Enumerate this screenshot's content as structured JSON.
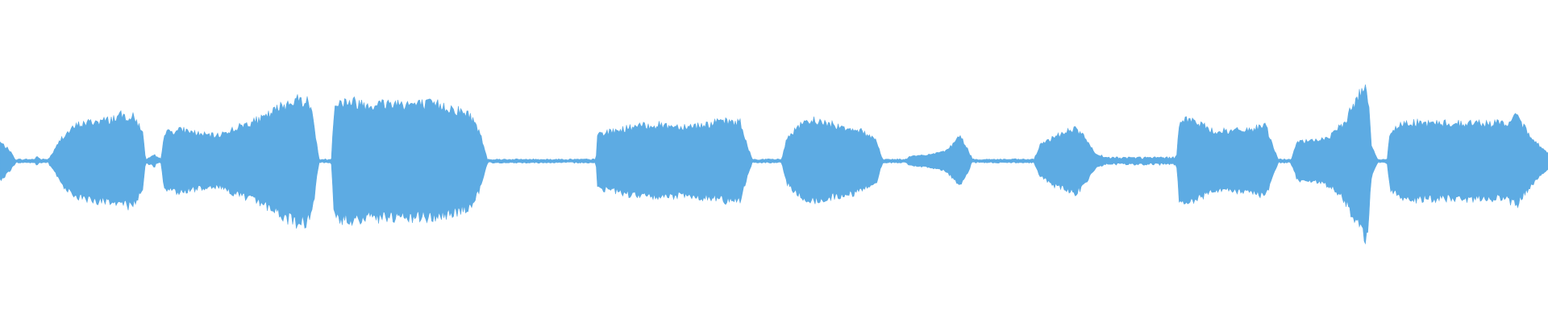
{
  "waveform": {
    "color": "#5dabe3",
    "background": "#ffffff",
    "channels": 1,
    "peak_envelope": [
      [
        0.0,
        0.12
      ],
      [
        0.006,
        0.07
      ],
      [
        0.01,
        0.01
      ],
      [
        0.022,
        0.01
      ],
      [
        0.024,
        0.03
      ],
      [
        0.026,
        0.01
      ],
      [
        0.031,
        0.01
      ],
      [
        0.034,
        0.05
      ],
      [
        0.04,
        0.15
      ],
      [
        0.05,
        0.23
      ],
      [
        0.06,
        0.25
      ],
      [
        0.07,
        0.26
      ],
      [
        0.078,
        0.29
      ],
      [
        0.086,
        0.28
      ],
      [
        0.092,
        0.2
      ],
      [
        0.094,
        0.01
      ],
      [
        0.1,
        0.03
      ],
      [
        0.104,
        0.01
      ],
      [
        0.106,
        0.18
      ],
      [
        0.118,
        0.2
      ],
      [
        0.13,
        0.17
      ],
      [
        0.14,
        0.16
      ],
      [
        0.15,
        0.2
      ],
      [
        0.16,
        0.24
      ],
      [
        0.17,
        0.27
      ],
      [
        0.182,
        0.35
      ],
      [
        0.19,
        0.39
      ],
      [
        0.198,
        0.39
      ],
      [
        0.202,
        0.3
      ],
      [
        0.206,
        0.01
      ],
      [
        0.214,
        0.01
      ],
      [
        0.216,
        0.36
      ],
      [
        0.224,
        0.38
      ],
      [
        0.24,
        0.36
      ],
      [
        0.256,
        0.37
      ],
      [
        0.27,
        0.36
      ],
      [
        0.282,
        0.36
      ],
      [
        0.294,
        0.33
      ],
      [
        0.304,
        0.29
      ],
      [
        0.31,
        0.18
      ],
      [
        0.315,
        0.01
      ],
      [
        0.365,
        0.01
      ],
      [
        0.385,
        0.01
      ],
      [
        0.386,
        0.17
      ],
      [
        0.396,
        0.19
      ],
      [
        0.41,
        0.22
      ],
      [
        0.425,
        0.23
      ],
      [
        0.44,
        0.22
      ],
      [
        0.455,
        0.23
      ],
      [
        0.466,
        0.25
      ],
      [
        0.478,
        0.25
      ],
      [
        0.482,
        0.12
      ],
      [
        0.486,
        0.01
      ],
      [
        0.505,
        0.01
      ],
      [
        0.508,
        0.14
      ],
      [
        0.516,
        0.22
      ],
      [
        0.526,
        0.26
      ],
      [
        0.538,
        0.23
      ],
      [
        0.554,
        0.2
      ],
      [
        0.566,
        0.14
      ],
      [
        0.57,
        0.01
      ],
      [
        0.586,
        0.01
      ],
      [
        0.588,
        0.03
      ],
      [
        0.6,
        0.04
      ],
      [
        0.61,
        0.06
      ],
      [
        0.617,
        0.12
      ],
      [
        0.62,
        0.16
      ],
      [
        0.624,
        0.1
      ],
      [
        0.628,
        0.01
      ],
      [
        0.668,
        0.01
      ],
      [
        0.672,
        0.1
      ],
      [
        0.682,
        0.16
      ],
      [
        0.694,
        0.21
      ],
      [
        0.7,
        0.16
      ],
      [
        0.708,
        0.04
      ],
      [
        0.714,
        0.02
      ],
      [
        0.76,
        0.02
      ],
      [
        0.762,
        0.28
      ],
      [
        0.772,
        0.25
      ],
      [
        0.784,
        0.19
      ],
      [
        0.796,
        0.19
      ],
      [
        0.806,
        0.2
      ],
      [
        0.818,
        0.22
      ],
      [
        0.822,
        0.1
      ],
      [
        0.826,
        0.01
      ],
      [
        0.834,
        0.01
      ],
      [
        0.838,
        0.12
      ],
      [
        0.85,
        0.13
      ],
      [
        0.86,
        0.16
      ],
      [
        0.868,
        0.24
      ],
      [
        0.874,
        0.35
      ],
      [
        0.88,
        0.45
      ],
      [
        0.883,
        0.5
      ],
      [
        0.886,
        0.1
      ],
      [
        0.89,
        0.01
      ],
      [
        0.896,
        0.01
      ],
      [
        0.898,
        0.18
      ],
      [
        0.908,
        0.25
      ],
      [
        0.92,
        0.24
      ],
      [
        0.936,
        0.24
      ],
      [
        0.95,
        0.24
      ],
      [
        0.962,
        0.24
      ],
      [
        0.972,
        0.24
      ],
      [
        0.98,
        0.28
      ],
      [
        0.988,
        0.17
      ],
      [
        0.996,
        0.08
      ],
      [
        1.0,
        0.05
      ]
    ]
  }
}
